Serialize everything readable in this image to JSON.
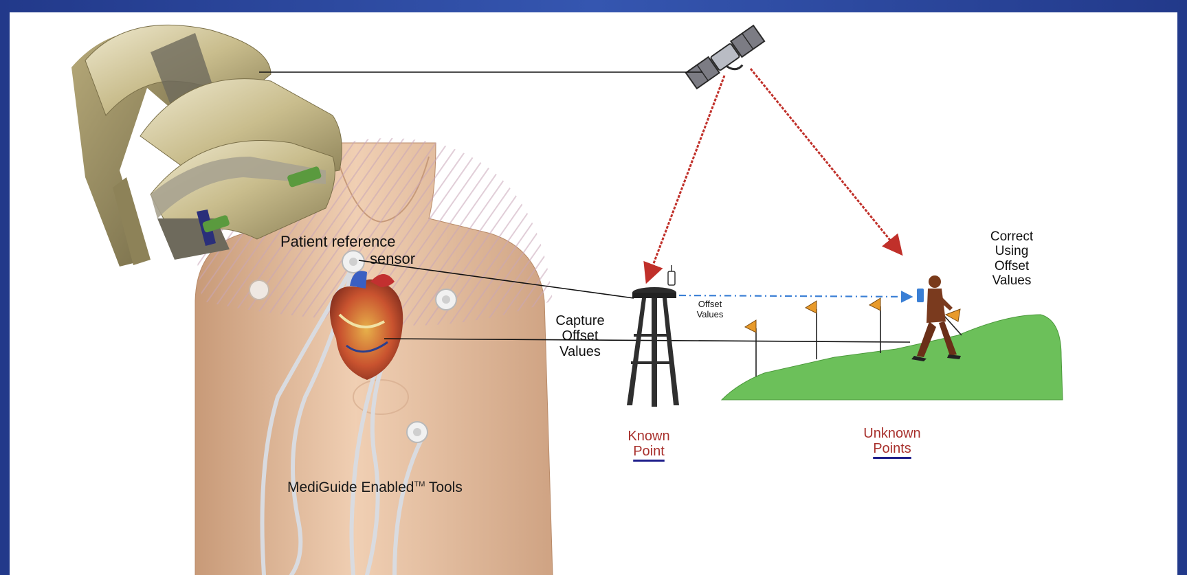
{
  "labels": {
    "patient_reference_sensor_line1": "Patient reference",
    "patient_reference_sensor_line2": "sensor",
    "capture_line1": "Capture",
    "capture_line2": "Offset",
    "capture_line3": "Values",
    "offset_line1": "Offset",
    "offset_line2": "Values",
    "correct_line1": "Correct",
    "correct_line2": "Using",
    "correct_line3": "Offset",
    "correct_line4": "Values",
    "known_line1": "Known",
    "known_line2": "Point",
    "unknown_line1": "Unknown",
    "unknown_line2": "Points",
    "tools_prefix": "MediGuide Enabled",
    "tools_tm": "TM",
    "tools_suffix": " Tools"
  },
  "colors": {
    "frame_blue": "#2d4a9c",
    "signal_red": "#c0302a",
    "offset_blue": "#3a7fd5",
    "grass_green": "#6cc05a",
    "label_red": "#a8302c"
  },
  "icons": [
    "satellite-icon",
    "survey-tripod-icon",
    "surveyor-icon",
    "flag-icon",
    "heart-icon",
    "sensor-pad-icon",
    "c-arm-detector-icon"
  ]
}
